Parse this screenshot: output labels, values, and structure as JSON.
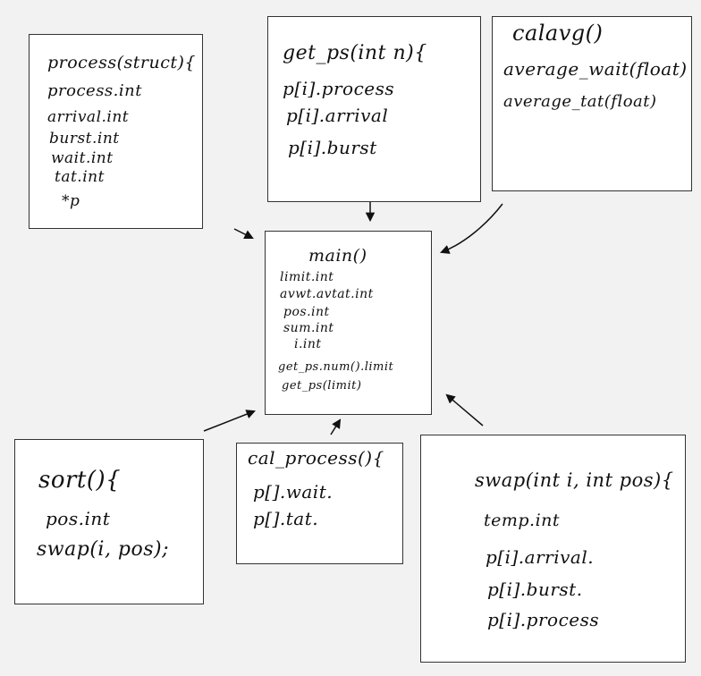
{
  "process_struct": {
    "header": "process(struct){",
    "fields": [
      "process.int",
      "arrival.int",
      "burst.int",
      "wait.int",
      "tat.int",
      "*p"
    ]
  },
  "get_ps": {
    "header": "get_ps(int n){",
    "lines": [
      "p[i].process",
      "p[i].arrival",
      "p[i].burst"
    ]
  },
  "calavg": {
    "header": "calavg()",
    "lines": [
      "average_wait(float)",
      "average_tat(float)"
    ]
  },
  "main": {
    "header": "main()",
    "lines": [
      "limit.int",
      "avwt.avtat.int",
      "pos.int",
      "sum.int",
      "i.int",
      "get_ps.num().limit",
      "get_ps(limit)"
    ]
  },
  "sort": {
    "header": "sort(){",
    "lines": [
      "pos.int",
      "swap(i, pos);"
    ]
  },
  "cal_process": {
    "header": "cal_process(){",
    "lines": [
      "p[].wait.",
      "p[].tat."
    ]
  },
  "swap": {
    "header": "swap(int i, int pos){",
    "lines": [
      "temp.int",
      "p[i].arrival.",
      "p[i].burst.",
      "p[i].process"
    ]
  }
}
